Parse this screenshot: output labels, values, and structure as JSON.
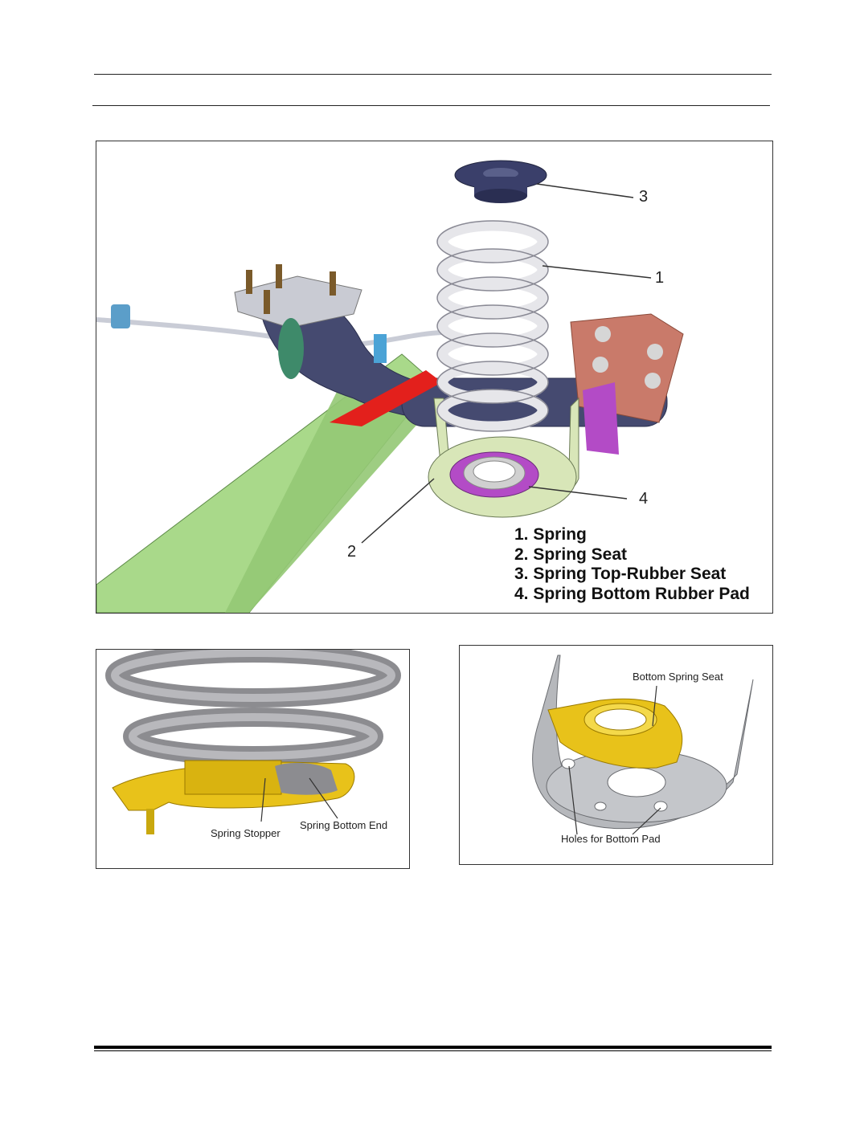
{
  "main_figure": {
    "callouts": [
      "3",
      "1",
      "4",
      "2"
    ],
    "legend": [
      "1. Spring",
      "2. Spring Seat",
      "3. Spring Top-Rubber Seat",
      "4. Spring Bottom Rubber Pad"
    ]
  },
  "left_detail": {
    "labels": {
      "stopper": "Spring Stopper",
      "bottom_end": "Spring Bottom End"
    }
  },
  "right_detail": {
    "labels": {
      "seat": "Bottom Spring Seat",
      "holes": "Holes for Bottom Pad"
    }
  },
  "colors": {
    "spring": "#e6e6ea",
    "axle": "#454a70",
    "beam": "#a9d98a",
    "top_seat": "#3a3f6a",
    "pad": "#b34bc6",
    "seat": "#d8e6b8",
    "bracket": "#c97a6a",
    "yellow_part": "#e8c21a"
  }
}
